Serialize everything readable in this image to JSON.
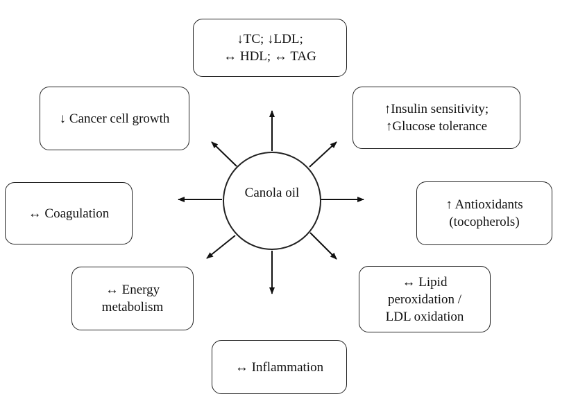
{
  "center": {
    "lines": [
      "Canola",
      "oil"
    ]
  },
  "nodes": [
    {
      "id": "lipids",
      "lines": [
        "↓TC; ↓LDL;",
        "↔ HDL; ↔ TAG"
      ]
    },
    {
      "id": "insulin",
      "lines": [
        "↑Insulin sensitivity;",
        "↑Glucose tolerance"
      ]
    },
    {
      "id": "antioxidants",
      "lines": [
        "↑ Antioxidants",
        "(tocopherols)"
      ]
    },
    {
      "id": "lipid-ox",
      "lines": [
        "↔ Lipid",
        "peroxidation /",
        "LDL oxidation"
      ]
    },
    {
      "id": "inflammation",
      "lines": [
        "↔ Inflammation"
      ]
    },
    {
      "id": "energy",
      "lines": [
        "↔ Energy",
        "metabolism"
      ]
    },
    {
      "id": "coagulation",
      "lines": [
        "↔ Coagulation"
      ]
    },
    {
      "id": "cancer",
      "lines": [
        "↓ Cancer cell growth"
      ]
    }
  ]
}
